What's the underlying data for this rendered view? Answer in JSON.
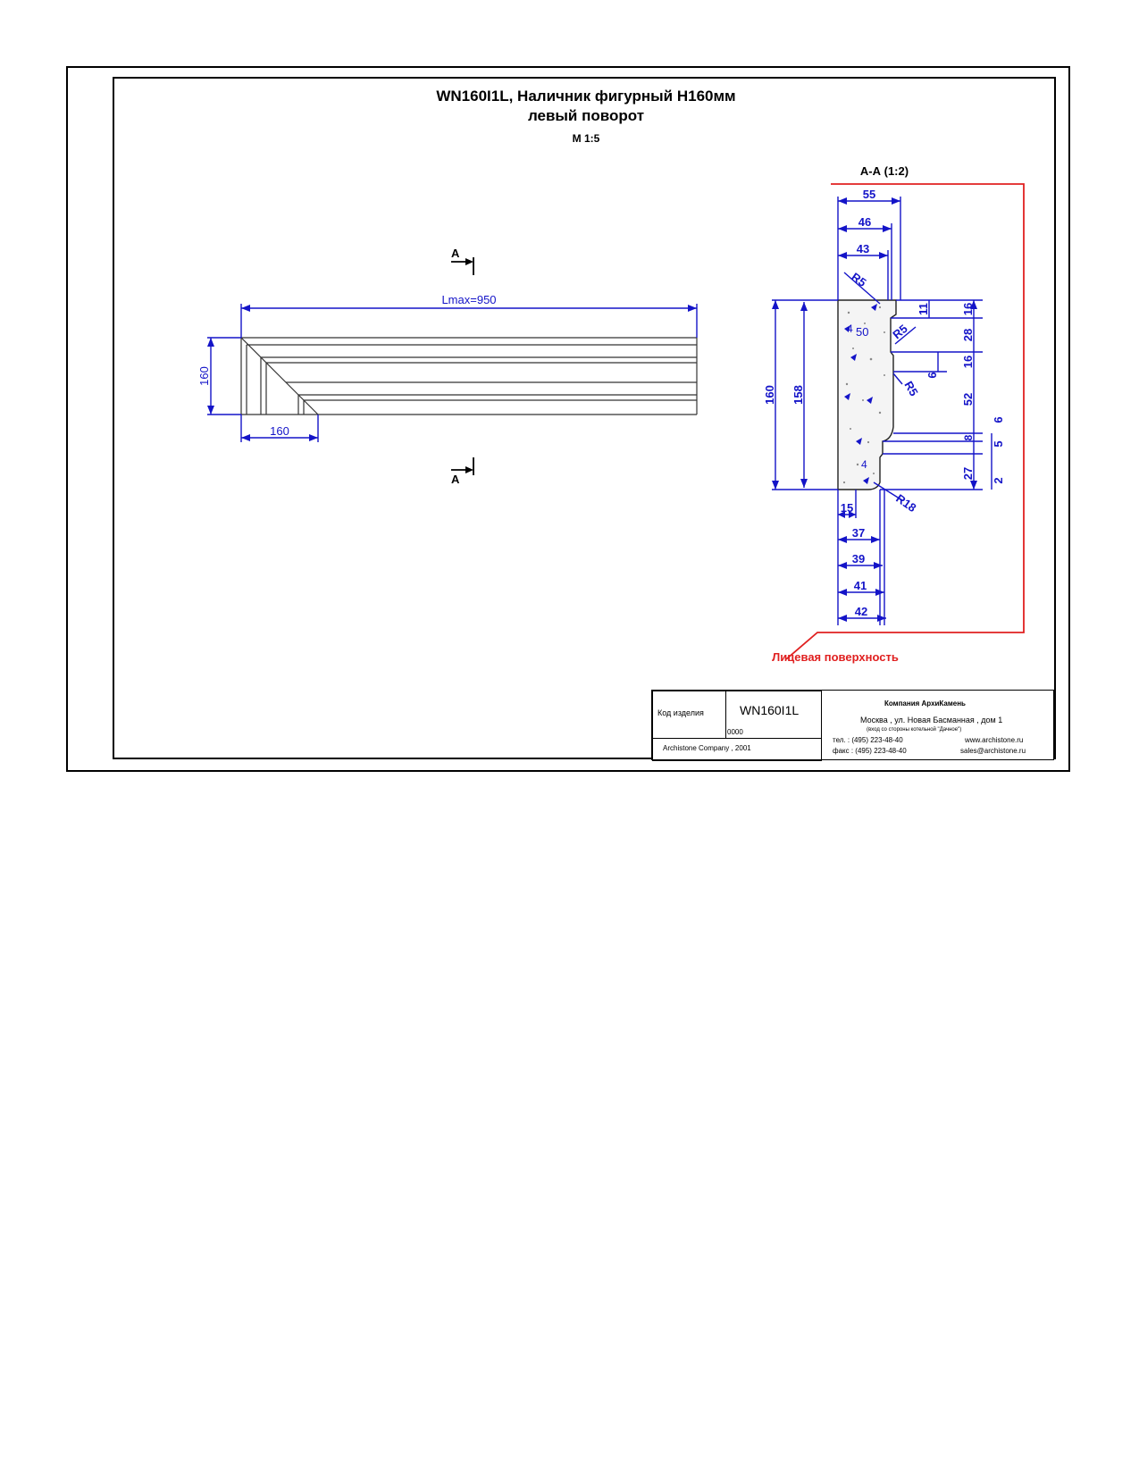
{
  "header": {
    "title_line1": "WN160I1L, Наличник фигурный H160мм",
    "title_line2": "левый поворот",
    "scale": "М 1:5"
  },
  "plan_view": {
    "section_mark": "A",
    "length_label": "Lmax=950",
    "height_label": "160",
    "width_label": "160"
  },
  "section_view": {
    "title": "А-А (1:2)",
    "top_dims": [
      "55",
      "46",
      "43"
    ],
    "bottom_dims": [
      "15",
      "37",
      "39",
      "41",
      "42"
    ],
    "left_dims": [
      "160",
      "158"
    ],
    "right_dims": [
      "11",
      "16",
      "28",
      "16",
      "6",
      "52",
      "8",
      "6",
      "5",
      "27",
      "2"
    ],
    "radii": [
      "R5",
      "R5",
      "R5",
      "R18"
    ],
    "inner_labels": [
      "4",
      "50",
      "4"
    ],
    "face_label": "Лицевая поверхность"
  },
  "title_block": {
    "code_label": "Код изделия",
    "code_value": "WN160I1L",
    "code_number": "0000",
    "copyright": "Archistone Company , 2001",
    "company": "Компания АрхиКамень",
    "address": "Москва , ул. Новая Басманная , дом 1",
    "address_note": "(вход со стороны котельной \"Дачное\")",
    "phone": "тел.  :  (495) 223-48-40",
    "fax": "факс :  (495) 223-48-40",
    "website": "www.archistone.ru",
    "email": "sales@archistone.ru"
  },
  "colors": {
    "dimension": "#1414c8",
    "face_line": "#e02020",
    "outline": "#000000"
  }
}
